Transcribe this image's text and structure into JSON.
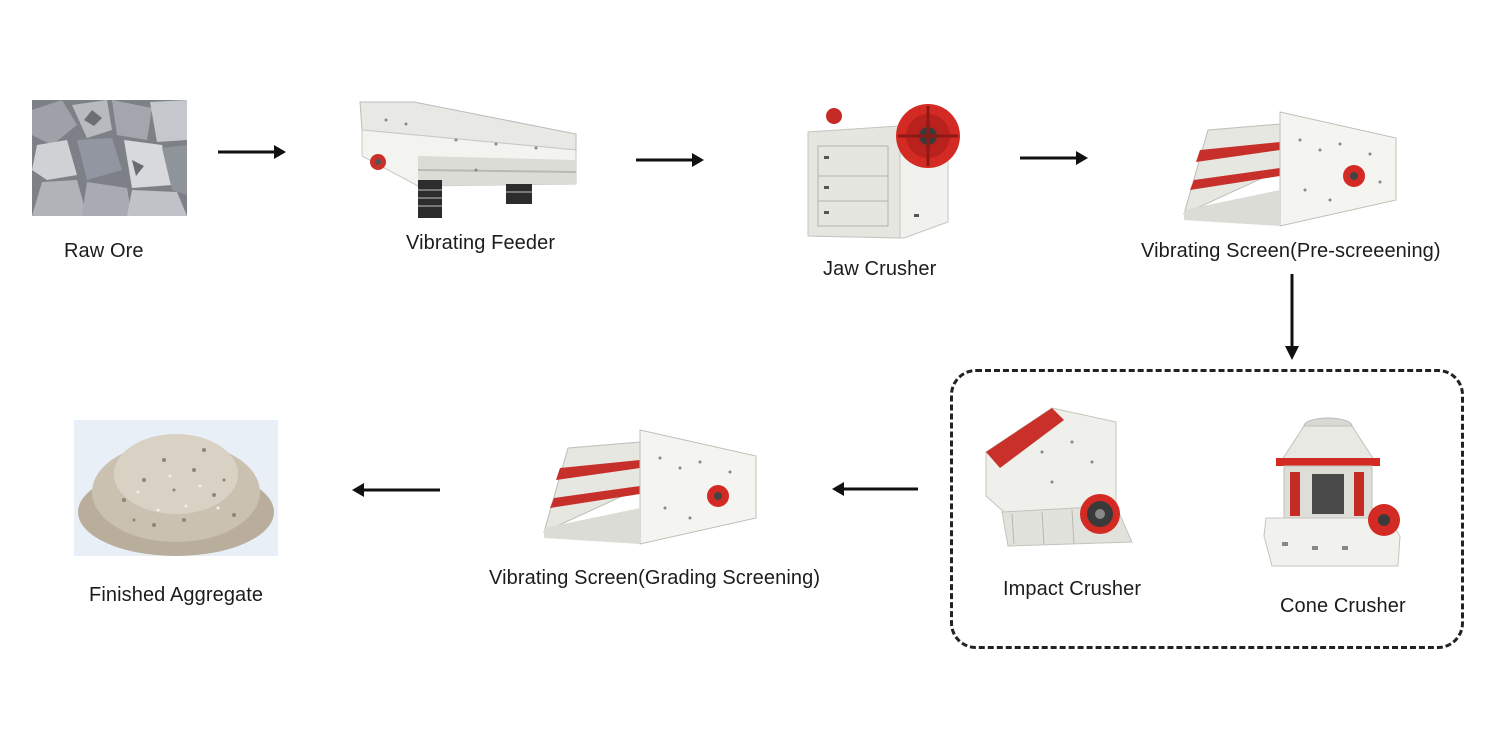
{
  "stages": {
    "raw_ore": {
      "label": "Raw Ore"
    },
    "vibrating_feeder": {
      "label": "Vibrating Feeder"
    },
    "jaw_crusher": {
      "label": "Jaw Crusher"
    },
    "pre_screen": {
      "label": "Vibrating Screen(Pre-screeening)"
    },
    "impact_crusher": {
      "label": "Impact Crusher"
    },
    "cone_crusher": {
      "label": "Cone Crusher"
    },
    "grading_screen": {
      "label": "Vibrating Screen(Grading Screening)"
    },
    "finished_aggregate": {
      "label": "Finished Aggregate"
    }
  },
  "colors": {
    "machine_white": "#f3f3f0",
    "machine_red": "#d42a24",
    "rock_gray": "#8e9196",
    "aggregate_beige": "#c9bfae",
    "arrow": "#111111"
  },
  "icons": {
    "arrow": "arrow-right-icon",
    "group": "dashed-group-box"
  }
}
